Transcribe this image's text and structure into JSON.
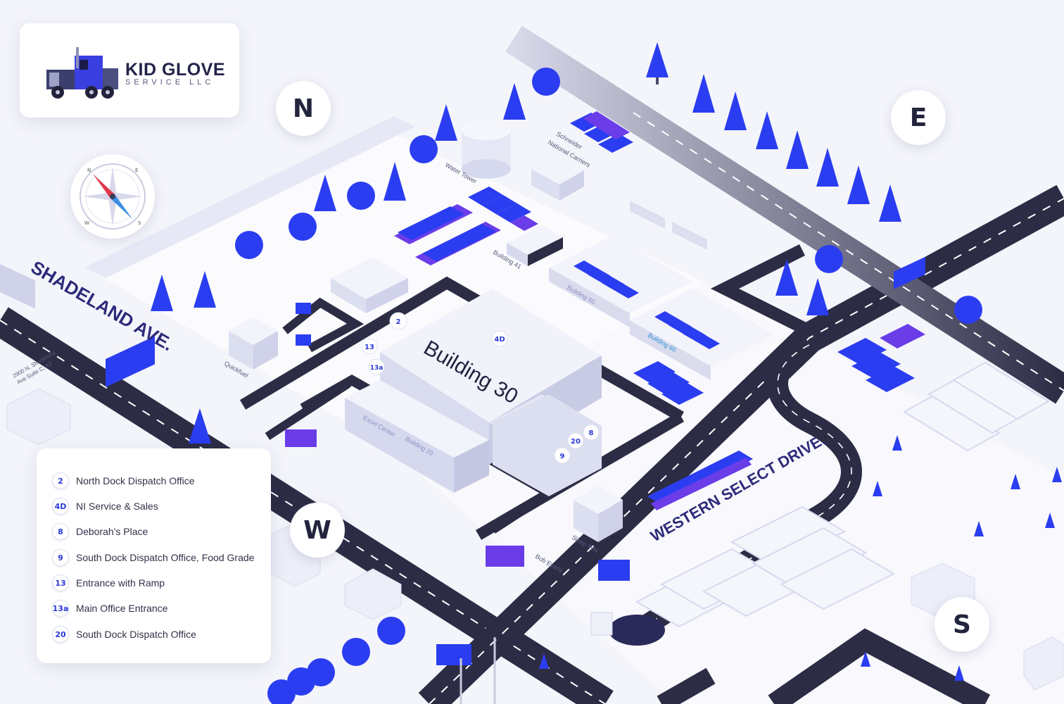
{
  "logo": {
    "title": "KID GLOVE",
    "subtitle": "SERVICE LLC"
  },
  "directions": {
    "north": "N",
    "east": "E",
    "west": "W",
    "south": "S"
  },
  "compass": {
    "n": "N",
    "e": "E",
    "s": "S",
    "w": "W"
  },
  "streets": {
    "shadeland": "SHADELAND AVE.",
    "western_select": "WESTERN SELECT DRIVE."
  },
  "places": {
    "building_30": "Building 30",
    "building_20": "Building 20",
    "excel_center": "Excel Center",
    "building_41": "Building 41",
    "building_60a": "Building 60",
    "building_60b": "Building 60",
    "water_tower": "Water Tower",
    "schneider_line1": "Schneider",
    "schneider_line2": "National Carriers",
    "quickfuel": "Quickfuel",
    "sleep_inn": "Sleep INN",
    "bob_evans": "Bob Evans",
    "address_line1": "2900 N. Shadeland",
    "address_line2": "Ave Suite C, A3"
  },
  "markers": {
    "m2": "2",
    "m13": "13",
    "m13a": "13a",
    "m4d": "4D",
    "m8": "8",
    "m20": "20",
    "m9": "9"
  },
  "legend": [
    {
      "code": "2",
      "label": "North Dock Dispatch Office"
    },
    {
      "code": "4D",
      "label": "NI Service & Sales"
    },
    {
      "code": "8",
      "label": "Deborah's Place"
    },
    {
      "code": "9",
      "label": "South Dock Dispatch Office, Food Grade"
    },
    {
      "code": "13",
      "label": "Entrance with Ramp"
    },
    {
      "code": "13a",
      "label": "Main Office Entrance"
    },
    {
      "code": "20",
      "label": "South Dock Dispatch Office"
    }
  ],
  "colors": {
    "road": "#2c2c45",
    "accent_blue": "#2b3df0",
    "purple": "#6a3de8",
    "building": "#eceef8",
    "ground": "#f4f5fb"
  }
}
